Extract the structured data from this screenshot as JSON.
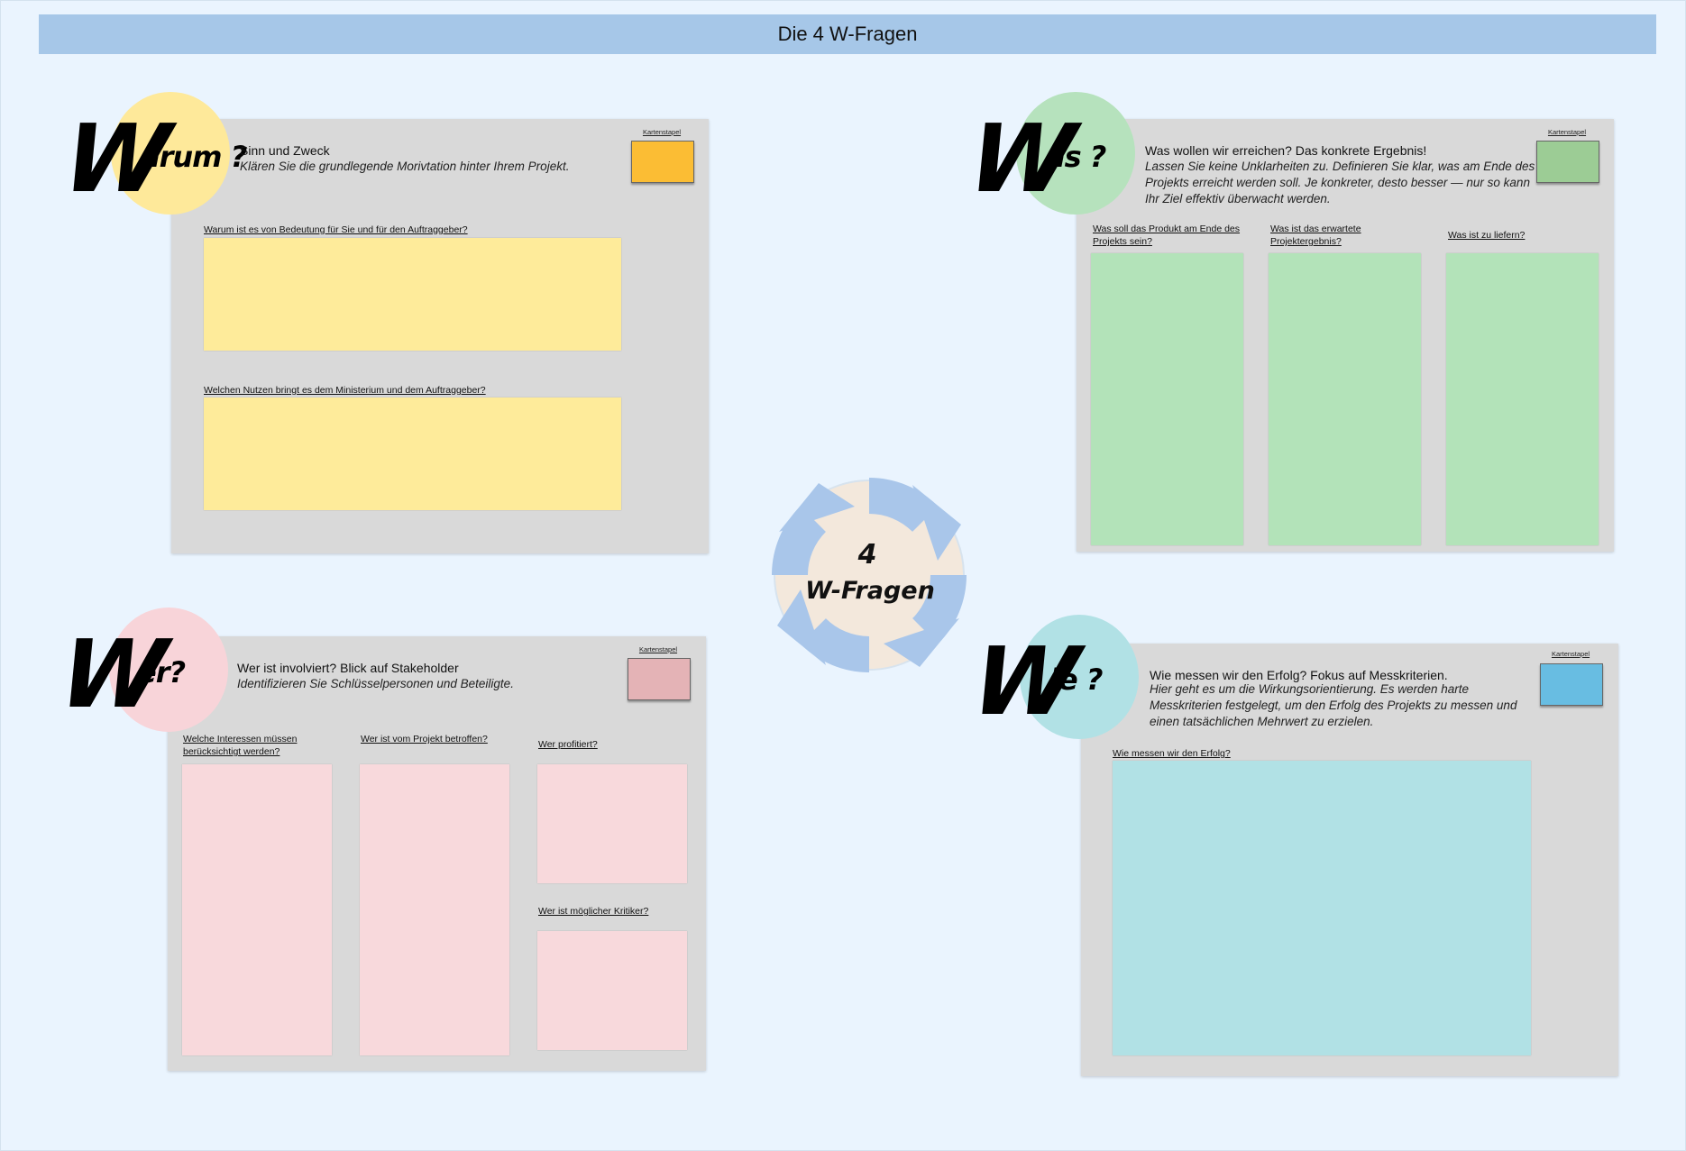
{
  "board_title": "Die 4 W-Fragen",
  "center": {
    "number": "4",
    "label": "W-Fragen"
  },
  "colors": {
    "background": "#eaf4fe",
    "title_bar": "#a6c7e8",
    "panel": "#d9d9d9",
    "warum_circle": "#fee99a",
    "was_circle": "#b6e2bd",
    "wer_circle": "#f8d4d9",
    "wie_circle": "#b1e1e5",
    "arrows": "#a9c6ea",
    "center_circle": "#f3e8dc"
  },
  "warum": {
    "big_letter": "W",
    "suffix": "arum ?",
    "heading": "Sinn und Zweck",
    "description": "Klären Sie die grundlegende Morivtation hinter Ihrem Projekt.",
    "kartenstapel_label": "Kartenstapel",
    "kartenstapel_color": "#fbbd34",
    "questions": [
      "Warum ist es von Bedeutung für Sie und für den Auftraggeber?",
      "Welchen Nutzen bringt es dem Ministerium und dem Auftraggeber? "
    ]
  },
  "was": {
    "big_letter": "W",
    "suffix": "as ?",
    "heading": "Was wollen wir erreichen? Das konkrete Ergebnis!",
    "description": "Lassen Sie keine Unklarheiten zu. Definieren Sie klar, was am Ende des Projekts erreicht werden soll. Je konkreter, desto besser — nur so kann Ihr Ziel effektiv überwacht werden.",
    "kartenstapel_label": "Kartenstapel",
    "kartenstapel_color": "#9ccc95",
    "questions": [
      "Was soll das Produkt am Ende des Projekts sein?",
      "Was ist das erwartete Projektergebnis?",
      "Was ist zu liefern?"
    ]
  },
  "wer": {
    "big_letter": "W",
    "suffix": "er?",
    "heading": "Wer ist involviert? Blick auf Stakeholder",
    "description": "Identifizieren Sie Schlüsselpersonen und Beteiligte.",
    "kartenstapel_label": "Kartenstapel",
    "kartenstapel_color": "#e4b3b6",
    "questions": [
      "Welche Interessen müssen berücksichtigt werden?",
      "Wer ist vom Projekt betroffen?",
      "Wer profitiert?",
      "Wer ist möglicher Kritiker?"
    ]
  },
  "wie": {
    "big_letter": "W",
    "suffix": "ie ?",
    "heading": "Wie messen wir den Erfolg? Fokus auf Messkriterien.",
    "description": "Hier geht es um die Wirkungsorientierung. Es werden harte Messkriterien festgelegt, um den Erfolg des Projekts zu messen und einen tatsächlichen Mehrwert zu erzielen.",
    "kartenstapel_label": "Kartenstapel",
    "kartenstapel_color": "#68bde2",
    "questions": [
      "Wie messen wir den Erfolg?"
    ]
  }
}
